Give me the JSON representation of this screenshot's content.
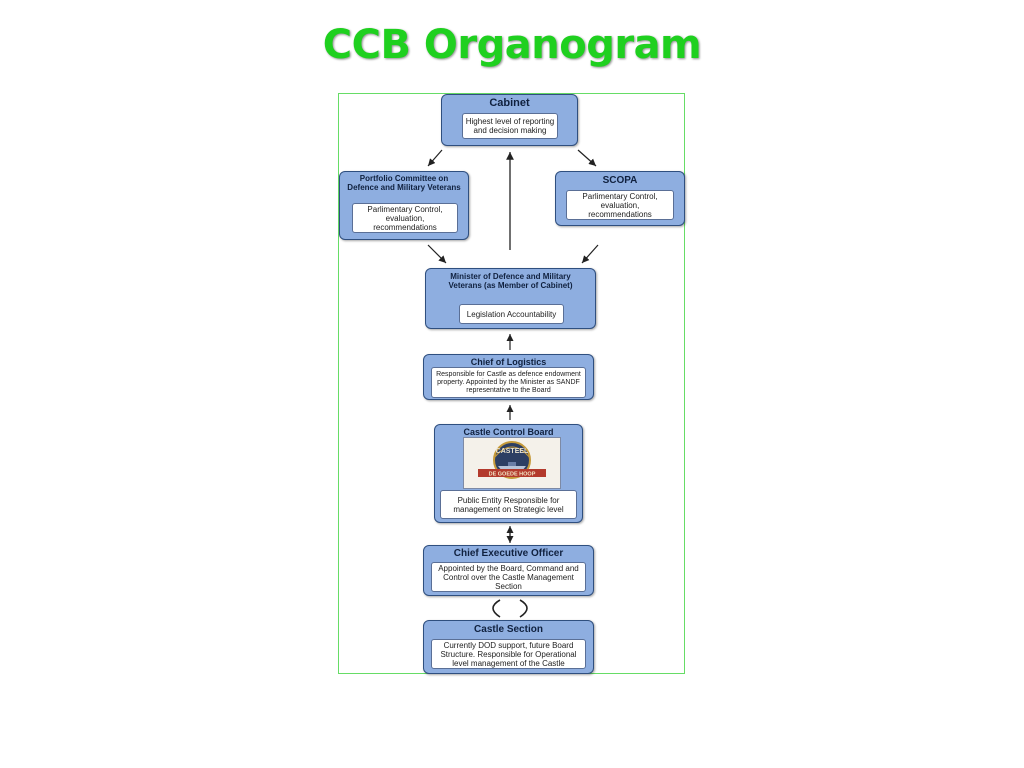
{
  "page": {
    "title": "CCB Organogram"
  },
  "nodes": {
    "cabinet": {
      "title": "Cabinet",
      "body": "Highest level of reporting and decision making"
    },
    "portfolio": {
      "title": "Portfolio Committee on Defence and Military Veterans",
      "body": "Parlimentary Control, evaluation, recommendations"
    },
    "scopa": {
      "title": "SCOPA",
      "body": "Parlimentary Control, evaluation, recommendations"
    },
    "minister": {
      "title": "Minister of Defence and Military Veterans (as Member of Cabinet)",
      "body": "Legislation Accountability"
    },
    "logistics": {
      "title": "Chief of Logistics",
      "body": "Responsible for Castle as defence endowment property. Appointed by the Minister as SANDF representative to the Board"
    },
    "board": {
      "title": "Castle Control Board",
      "body": "Public Entity Responsible for management on Strategic level",
      "logo_text": "CASTEEL",
      "logo_subtext": "DE GOEDE HOOP"
    },
    "ceo": {
      "title": "Chief Executive Officer",
      "body": "Appointed by the Board, Command and Control over the Castle Management Section"
    },
    "section": {
      "title": "Castle Section",
      "body": "Currently DOD support, future Board Structure. Responsible for Operational level management of the Castle"
    }
  },
  "colors": {
    "title": "#1fd01f",
    "node_fill": "#8eaee0",
    "node_border": "#2f4f7f",
    "frame_border": "#66dd66"
  }
}
